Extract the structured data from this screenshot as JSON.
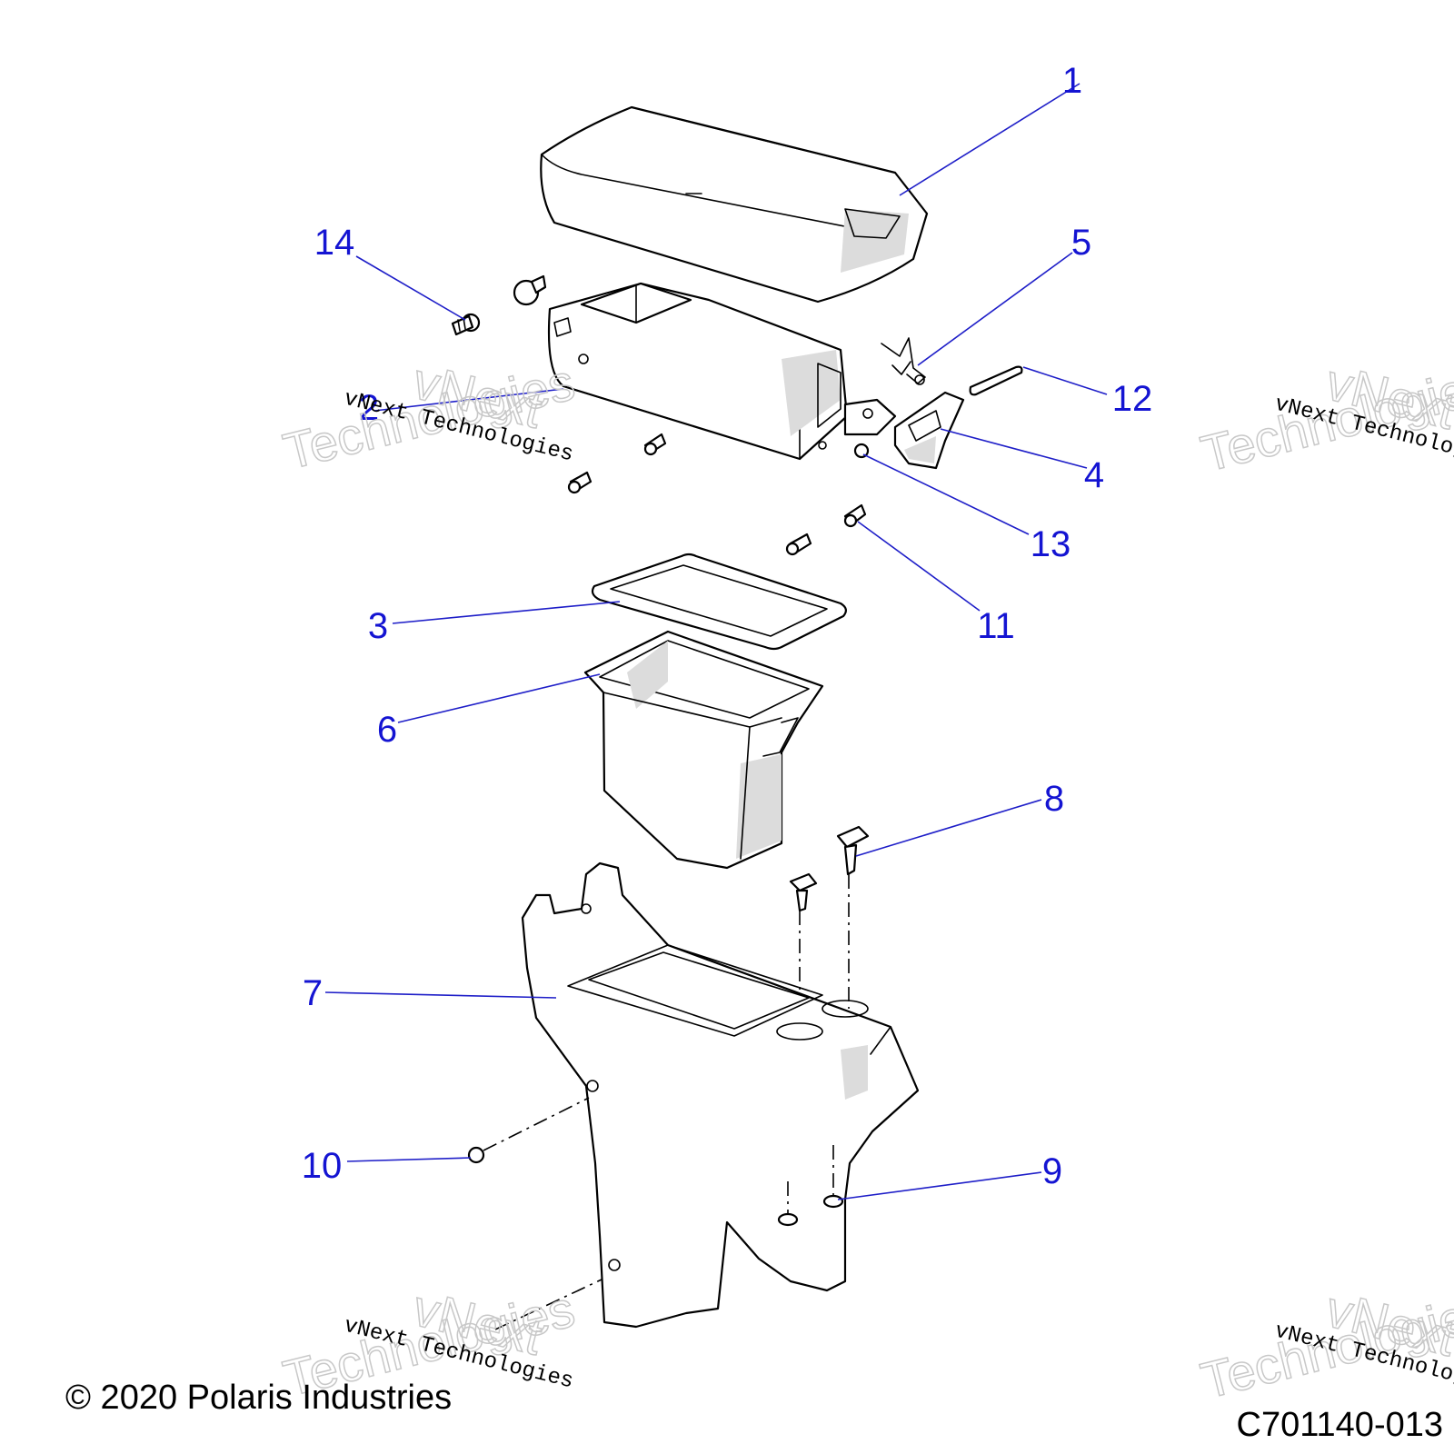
{
  "callouts": {
    "c1": "1",
    "c2": "2",
    "c3": "3",
    "c4": "4",
    "c5": "5",
    "c6": "6",
    "c7": "7",
    "c8": "8",
    "c9": "9",
    "c10": "10",
    "c11": "11",
    "c12": "12",
    "c13": "13",
    "c14": "14"
  },
  "watermark": {
    "line": "vNext Technologies",
    "word1": "vNext",
    "word2": "Technologies"
  },
  "footer": {
    "copyright": "© 2020 Polaris Industries",
    "drawing_number": "C701140-013"
  },
  "colors": {
    "callout": "#1414d2",
    "leader": "#1e1ec8",
    "line_art": "#000000",
    "shading": "#dcdcdc"
  }
}
